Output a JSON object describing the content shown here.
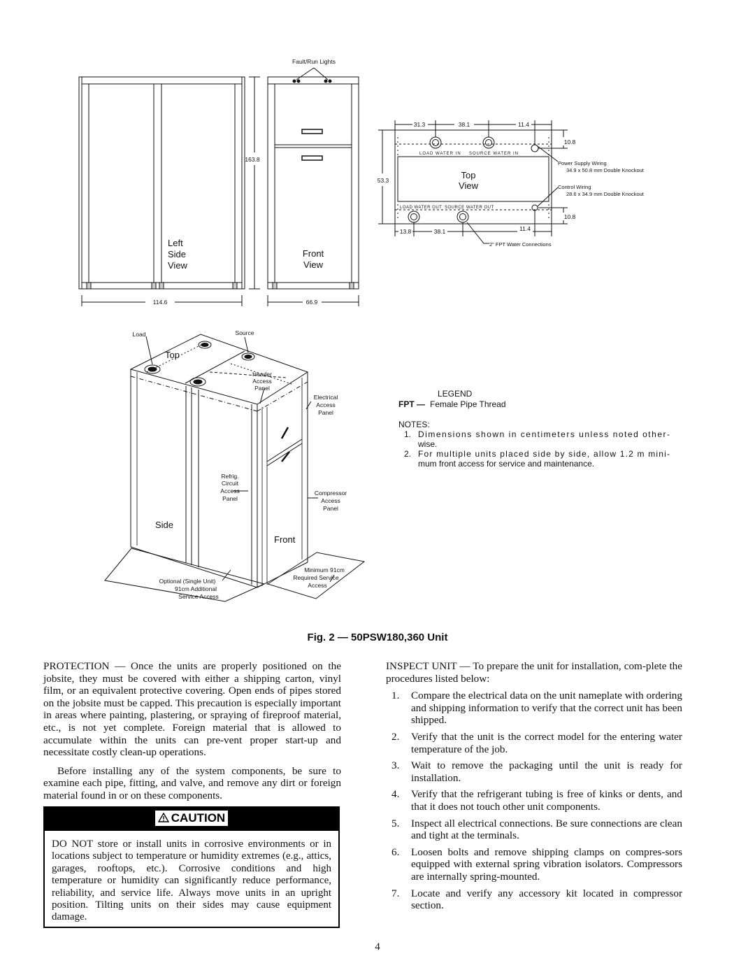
{
  "figure": {
    "fault_run_lights": "Fault/Run Lights",
    "left_view": {
      "line1": "Left",
      "line2": "Side",
      "line3": "View"
    },
    "front_view": {
      "line1": "Front",
      "line2": "View"
    },
    "dim_height": "163.8",
    "dim_width_left": "114.6",
    "dim_width_front": "66.9",
    "top_view": {
      "line1": "Top",
      "line2": "View",
      "dim_top_1": "31.3",
      "dim_top_2": "38.1",
      "dim_top_3": "11.4",
      "dim_right_top": "10.8",
      "dim_height": "53.3",
      "dim_right_bottom": "10.8",
      "dim_bottom_1": "13.8",
      "dim_bottom_2": "38.1",
      "dim_bottom_3": "11.4",
      "load_water_in": "LOAD WATER IN",
      "source_water_in": "SOURCE WATER IN",
      "load_water_out": "LOAD WATER OUT",
      "source_water_out": "SOURCE WATER OUT",
      "power_supply_wiring": "Power Supply Wiring",
      "power_knockout": "34.9 x 50.8 mm Double Knockout",
      "control_wiring": "Control Wiring",
      "control_knockout": "28.6 x 34.9 mm Double Knockout",
      "fpt_connections": "2\" FPT Water Connections"
    },
    "iso": {
      "load": "Load",
      "source": "Source",
      "top": "Top",
      "header_access_panel": [
        "Header",
        "Access",
        "Panel"
      ],
      "electrical_access_panel": [
        "Electrical",
        "Access",
        "Panel"
      ],
      "refrig_access_panel": [
        "Refrig.",
        "Circuit",
        "Access",
        "Panel"
      ],
      "compressor_access_panel": [
        "Compressor",
        "Access",
        "Panel"
      ],
      "side": "Side",
      "front": "Front",
      "optional_access": [
        "Optional (Single Unit)",
        "91cm Additional",
        "Service Access"
      ],
      "minimum_access": [
        "Minimum 91cm",
        "Required Service",
        "Access"
      ]
    },
    "legend": {
      "title": "LEGEND",
      "fpt_abbr": "FPT —",
      "fpt_def": "Female Pipe Thread"
    },
    "notes": {
      "title": "NOTES:",
      "n1_num": "1.",
      "n1_line1": "Dimensions shown in centimeters unless noted other-",
      "n1_line2": "wise.",
      "n2_num": "2.",
      "n2_line1": "For multiple units placed side by side, allow 1.2 m mini-",
      "n2_line2": "mum front access for service and maintenance."
    }
  },
  "caption": "Fig. 2 — 50PSW180,360 Unit",
  "left_column": {
    "protection": "PROTECTION — Once the units are properly positioned on the jobsite, they must be covered with either a shipping carton, vinyl film, or an equivalent protective covering. Open ends of pipes stored on the jobsite must be capped. This precaution is especially important in areas where painting, plastering, or spraying of fireproof material, etc., is not yet complete. Foreign material that is allowed to accumulate within the units can pre-vent proper start-up and necessitate costly clean-up operations.",
    "before": "Before installing any of the system components, be sure to examine each pipe, fitting, and valve, and remove any dirt or foreign material found in or on these components."
  },
  "caution": {
    "label": "CAUTION",
    "text": "DO NOT store or install units in corrosive environments or in locations subject to temperature or humidity extremes (e.g., attics, garages, rooftops, etc.). Corrosive conditions and high temperature or humidity can significantly reduce performance, reliability, and service life. Always move units in an upright position. Tilting units on their sides may cause equipment damage."
  },
  "right_column": {
    "intro": "INSPECT UNIT — To prepare the unit for installation, com-plete the procedures listed below:",
    "steps": [
      {
        "num": "1.",
        "text": "Compare the electrical data on the unit nameplate with ordering and shipping information to verify that the correct unit has been shipped."
      },
      {
        "num": "2.",
        "text": "Verify that the unit is the correct model for the entering water temperature of the job."
      },
      {
        "num": "3.",
        "text": "Wait to remove the packaging until the unit is ready for installation."
      },
      {
        "num": "4.",
        "text": "Verify that the refrigerant tubing is free of kinks or dents, and that it does not touch other unit components."
      },
      {
        "num": "5.",
        "text": "Inspect all electrical connections. Be sure connections are clean and tight at the terminals."
      },
      {
        "num": "6.",
        "text": "Loosen bolts and remove shipping clamps on compres-sors equipped with external spring vibration isolators. Compressors are internally spring-mounted."
      },
      {
        "num": "7.",
        "text": "Locate and verify any accessory kit located in compressor section."
      }
    ]
  },
  "page_number": "4"
}
